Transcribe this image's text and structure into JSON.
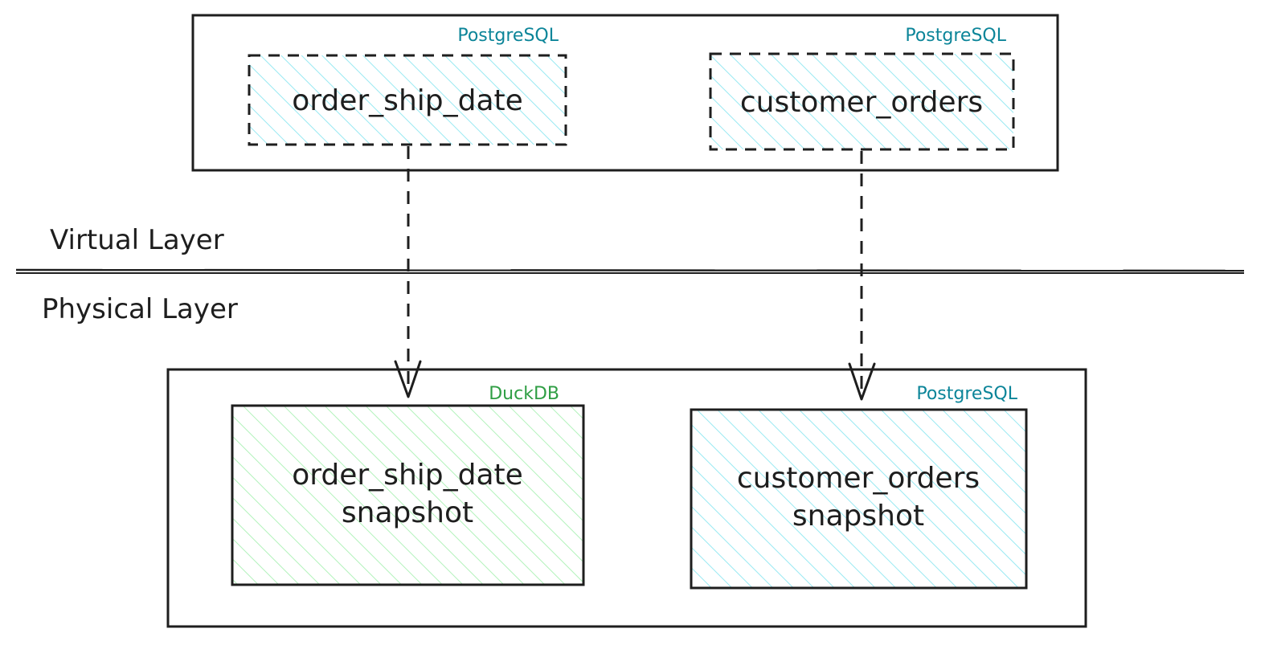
{
  "diagram": {
    "colors": {
      "stroke": "#1e1e1e",
      "postgres_text": "#0c8599",
      "duckdb_text": "#2f9e44",
      "postgres_hatch": "#99e9f2",
      "duckdb_hatch": "#b2f2bb",
      "background": "#ffffff"
    },
    "layers": {
      "virtual_label": "Virtual Layer",
      "physical_label": "Physical Layer"
    },
    "virtual_tables": [
      {
        "name": "order_ship_date",
        "engine": "PostgreSQL",
        "engine_color": "#0c8599",
        "hatch_color": "#99e9f2"
      },
      {
        "name": "customer_orders",
        "engine": "PostgreSQL",
        "engine_color": "#0c8599",
        "hatch_color": "#99e9f2"
      }
    ],
    "physical_tables": [
      {
        "name": "order_ship_date",
        "subtitle": "snapshot",
        "engine": "DuckDB",
        "engine_color": "#2f9e44",
        "hatch_color": "#b2f2bb"
      },
      {
        "name": "customer_orders",
        "subtitle": "snapshot",
        "engine": "PostgreSQL",
        "engine_color": "#0c8599",
        "hatch_color": "#99e9f2"
      }
    ]
  }
}
